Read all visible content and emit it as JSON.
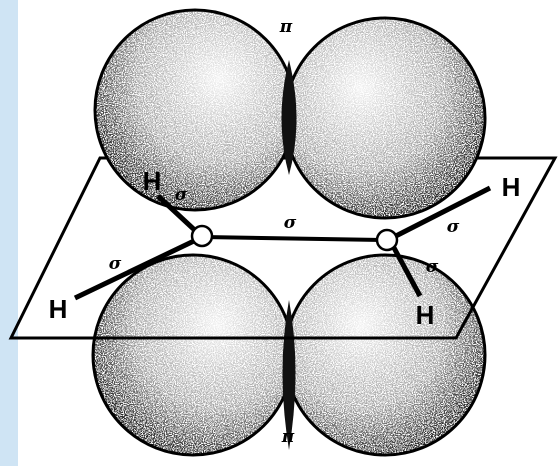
{
  "diagram": {
    "colors": {
      "sidebar_stripe": "#cfe4f4",
      "lobe_shade": "#1a1a1a",
      "lobe_fill": "#ffffff",
      "ink": "#000000"
    },
    "labels": {
      "pi_top": "π",
      "pi_bottom": "π",
      "sigma_cc": "σ",
      "sigma_left_upper": "σ",
      "sigma_left_lower": "σ",
      "sigma_right_upper": "σ",
      "sigma_right_lower": "σ",
      "h_left_upper": "H",
      "h_left_lower": "H",
      "h_right_upper": "H",
      "h_right_lower": "H"
    }
  }
}
